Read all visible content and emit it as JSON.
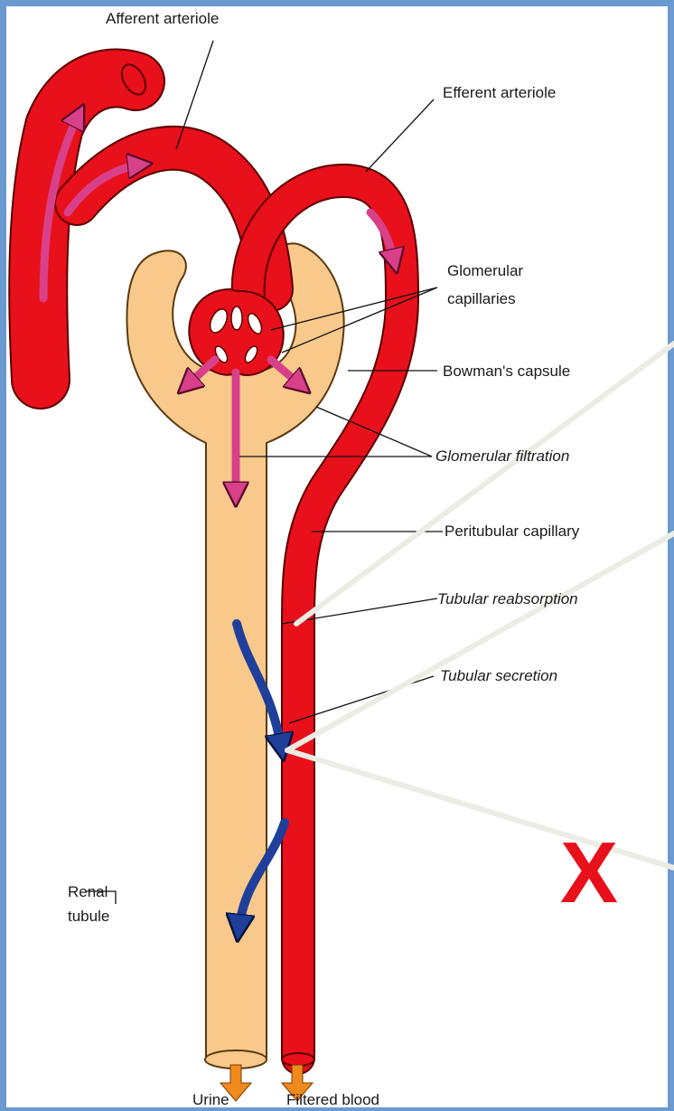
{
  "labels": {
    "afferent_arteriole": "Afferent arteriole",
    "efferent_arteriole": "Efferent arteriole",
    "glomerular_capillaries_1": "Glomerular",
    "glomerular_capillaries_2": "capillaries",
    "bowmans_capsule": "Bowman's capsule",
    "glomerular_filtration": "Glomerular filtration",
    "peritubular_capillary": "Peritubular capillary",
    "tubular_reabsorption": "Tubular reabsorption",
    "tubular_secretion": "Tubular secretion",
    "renal_tubule_1": "Renal",
    "renal_tubule_2": "tubule",
    "urine": "Urine",
    "filtered_blood": "Filtered blood"
  },
  "overlay": {
    "mark": "X",
    "mark_color": "#e8101a"
  },
  "colors": {
    "border": "#6a9ad0",
    "background": "#ffffff",
    "vessel": "#e8101a",
    "vessel_outline": "#5a0000",
    "tubule": "#f9c98b",
    "tubule_outline": "#5a3a10",
    "filtration_arrow": "#d8408a",
    "transport_arrow": "#1f3f9a",
    "outflow_arrow": "#f08a1c",
    "pointer_line": "#ecebe4"
  }
}
